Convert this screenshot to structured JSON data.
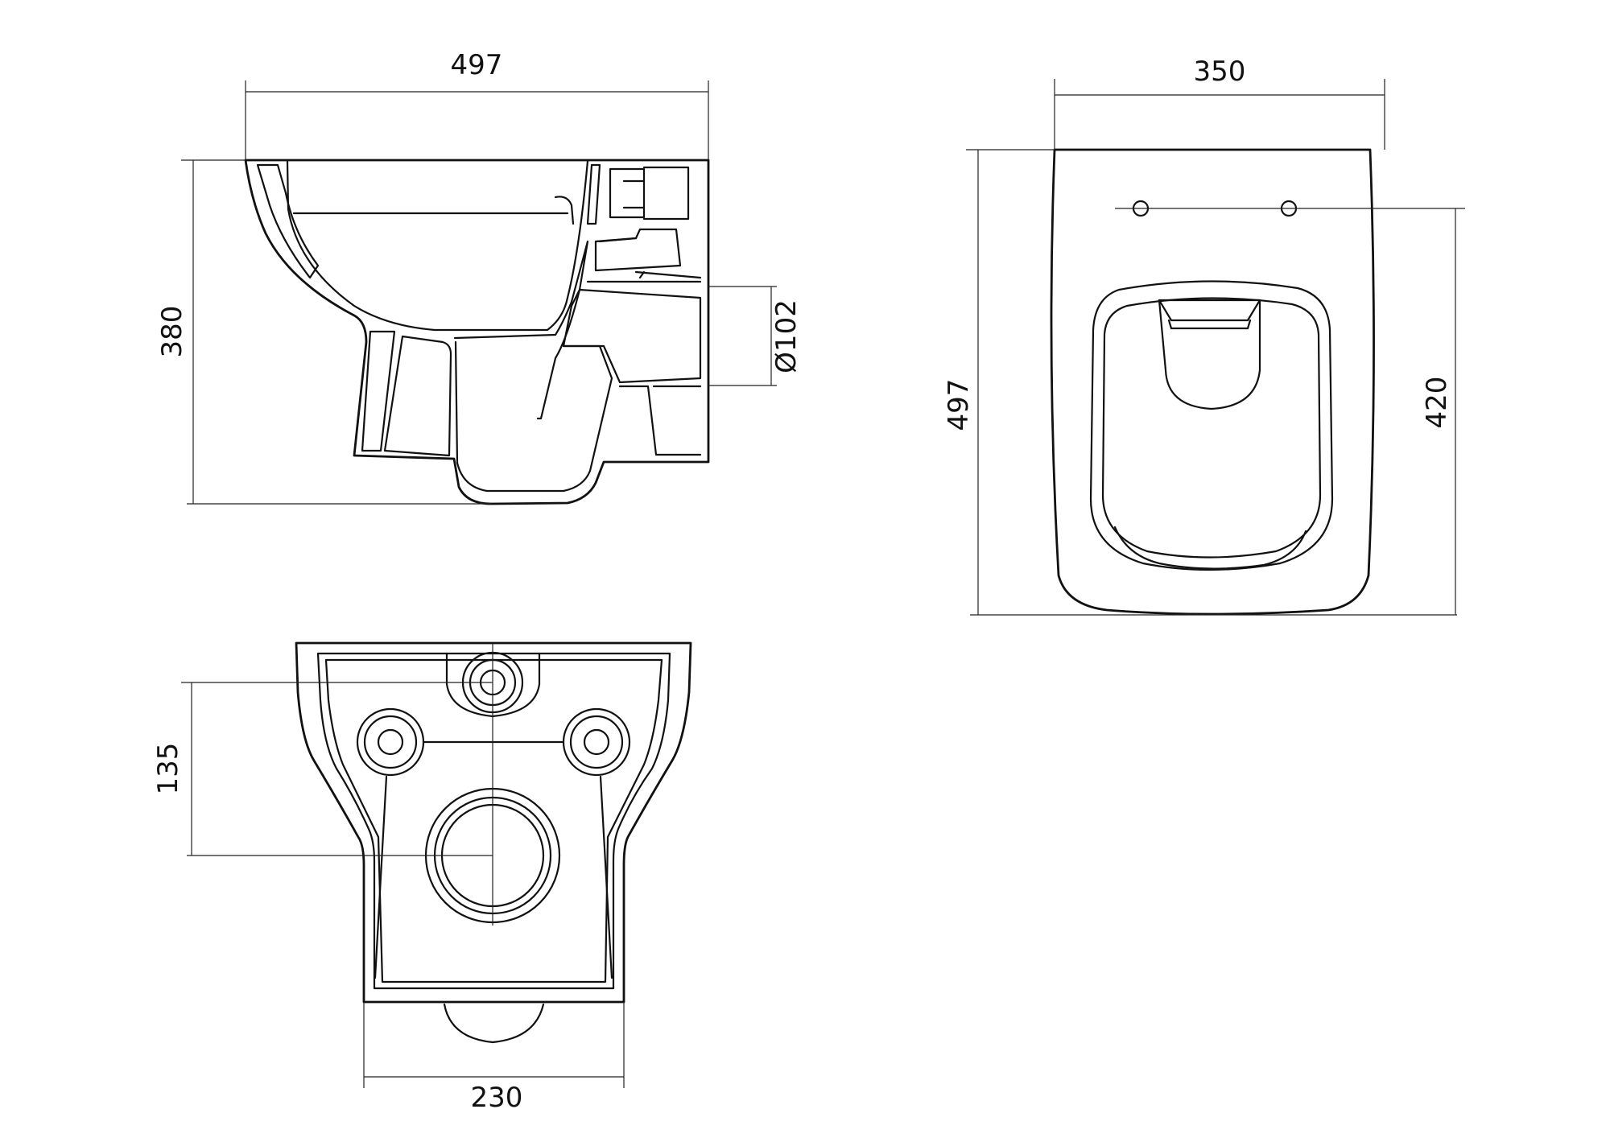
{
  "views": {
    "side": {
      "dims": {
        "width": "497",
        "height": "380",
        "outlet": "Ø102"
      }
    },
    "top": {
      "dims": {
        "width": "350",
        "length": "497",
        "fixing": "420"
      }
    },
    "rear": {
      "dims": {
        "height": "135",
        "width": "230"
      }
    }
  },
  "colors": {
    "line": "#111111",
    "background": "#ffffff"
  }
}
